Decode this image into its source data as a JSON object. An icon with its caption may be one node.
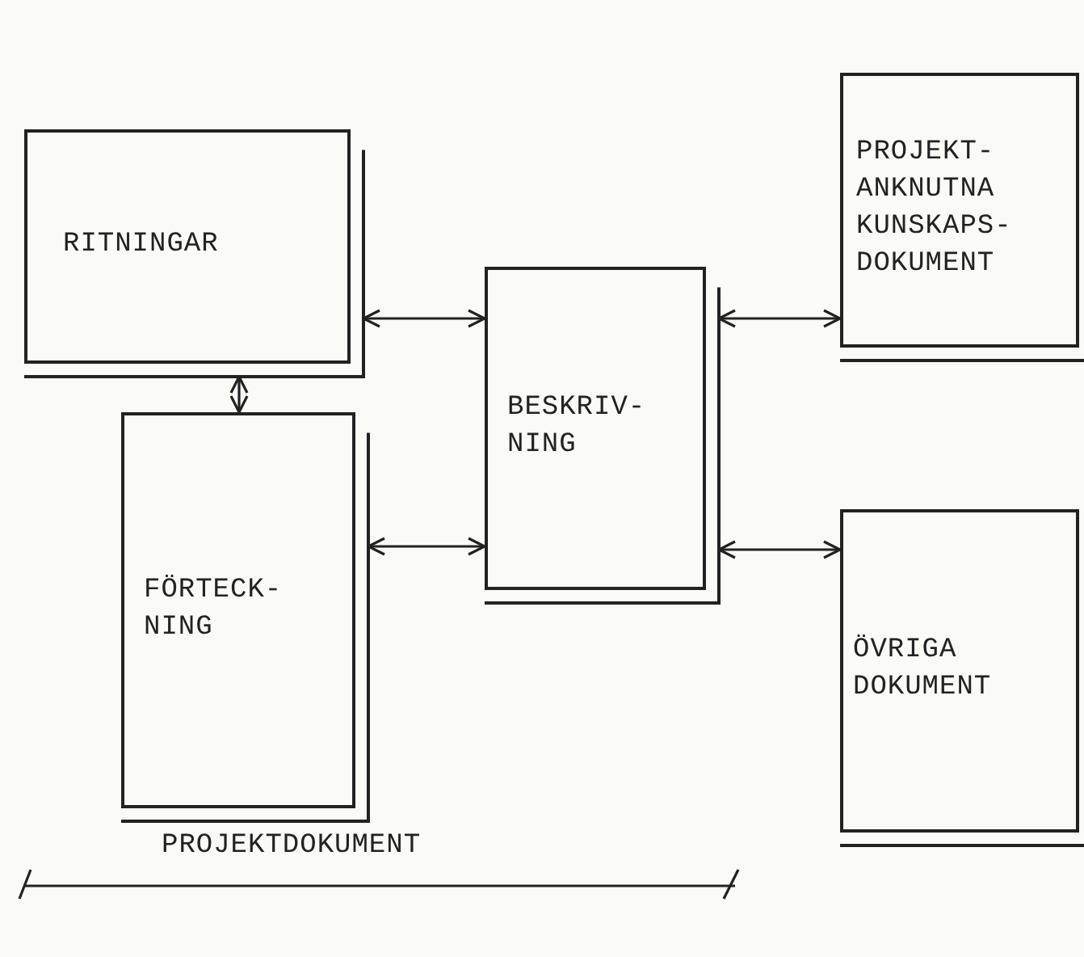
{
  "diagram": {
    "nodes": [
      {
        "text": [
          "RITNINGAR"
        ]
      },
      {
        "text": [
          "PROJEKT- ANKNUTNA KUNSKAPS- DOKUMENT"
        ]
      },
      {
        "text": [
          "BESKRIV- NING"
        ]
      },
      {
        "text": [
          "FÖRTECK- NING"
        ]
      },
      {
        "text": [
          "ÖVRIGA DOKUMENT"
        ]
      }
    ],
    "edges": [
      {
        "from": 0,
        "to": 2,
        "arrow": "both"
      },
      {
        "from": 0,
        "to": 3,
        "arrow": "both"
      },
      {
        "from": 3,
        "to": 2,
        "arrow": "both"
      },
      {
        "from": 2,
        "to": 1,
        "arrow": "both"
      },
      {
        "from": 2,
        "to": 4,
        "arrow": "both"
      }
    ],
    "labels": [
      "PROJEKTDOKUMENT"
    ]
  }
}
